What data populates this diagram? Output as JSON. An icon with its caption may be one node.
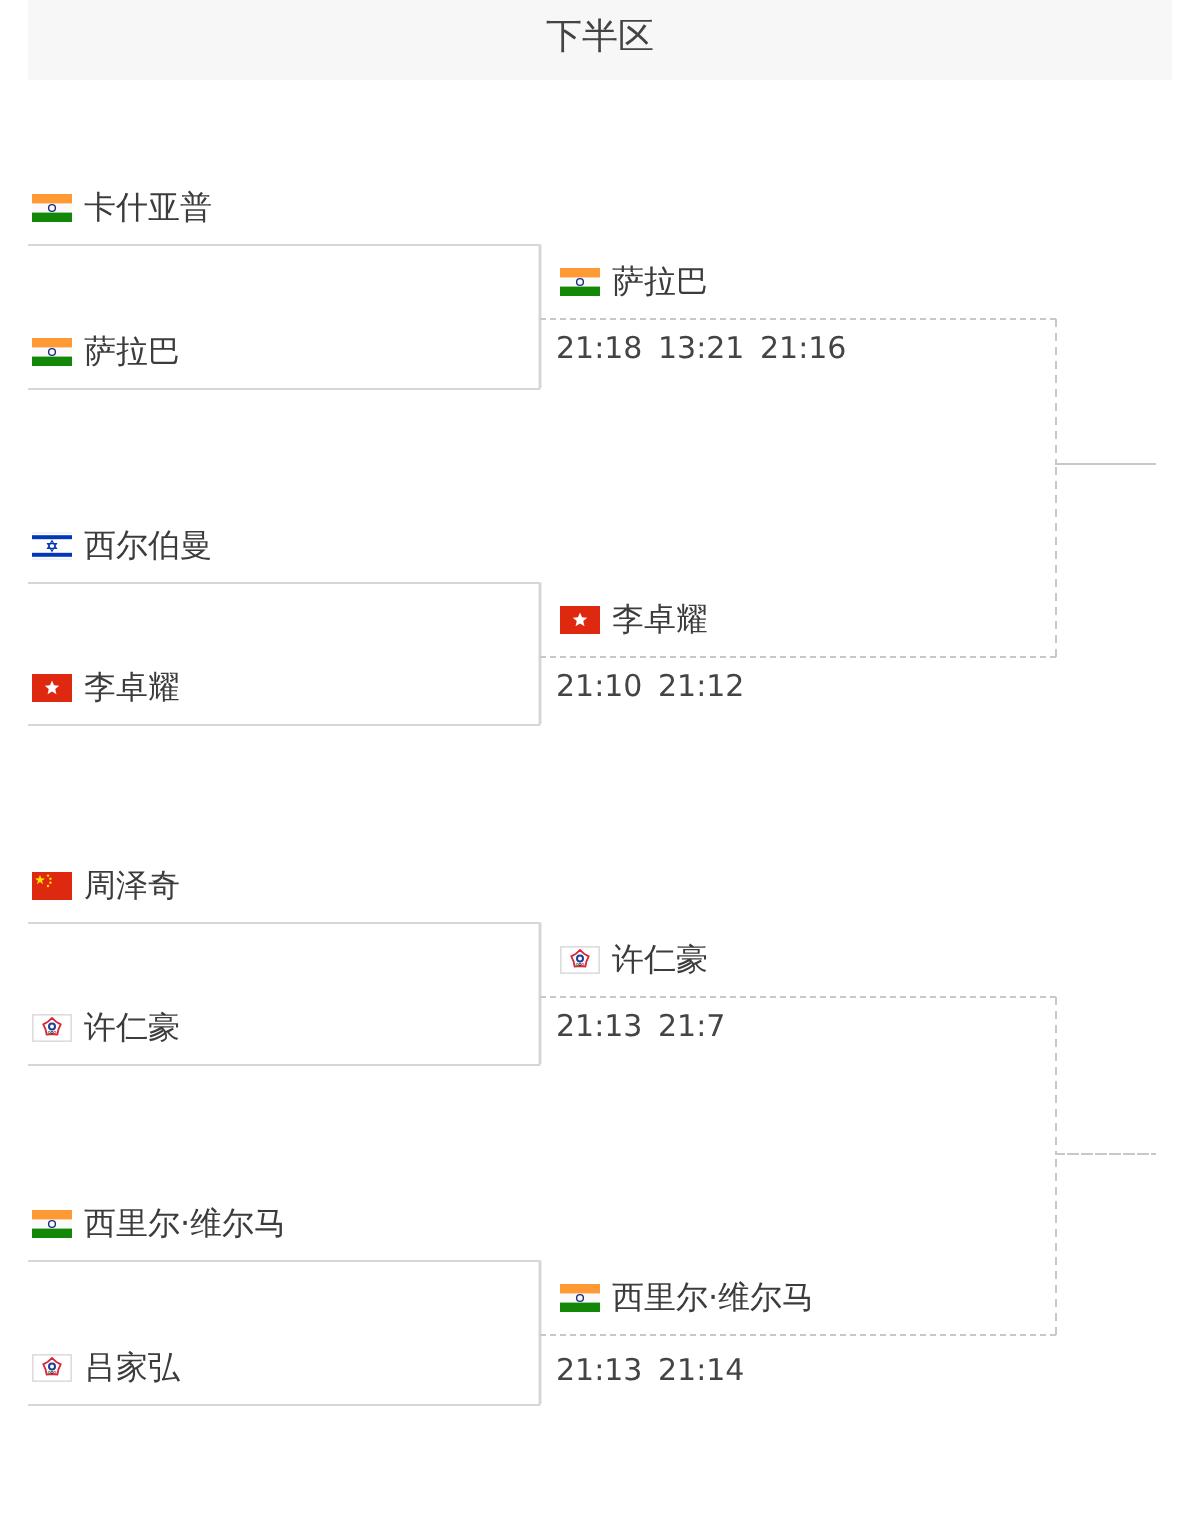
{
  "diagram": {
    "title": "下半区",
    "nodes": [
      {
        "text": [
          "卡什亚普"
        ]
      },
      {
        "text": [
          "萨拉巴"
        ]
      },
      {
        "text": [
          "西尔伯曼"
        ]
      },
      {
        "text": [
          "李卓耀"
        ]
      },
      {
        "text": [
          "萨拉巴"
        ],
        "beside": [
          "21:18 13:21 21:16"
        ]
      },
      {
        "text": [
          "李卓耀"
        ],
        "beside": [
          "21:10 21:12"
        ]
      },
      {
        "text": [
          "周泽奇"
        ]
      },
      {
        "text": [
          "许仁豪"
        ]
      },
      {
        "text": [
          "西里尔·维尔马"
        ]
      },
      {
        "text": [
          "吕家弘"
        ]
      },
      {
        "text": [
          "许仁豪"
        ],
        "beside": [
          "21:13 21:7"
        ]
      },
      {
        "text": [
          "西里尔·维尔马"
        ],
        "beside": [
          "21:13 21:14"
        ]
      }
    ],
    "edges": [
      {
        "from": 0,
        "to": 4,
        "arrow": "none"
      },
      {
        "from": 1,
        "to": 4,
        "arrow": "none"
      },
      {
        "from": 2,
        "to": 5,
        "arrow": "none"
      },
      {
        "from": 3,
        "to": 5,
        "arrow": "none"
      },
      {
        "from": 4,
        "to": null,
        "arrow": "none",
        "style": "dashed"
      },
      {
        "from": 5,
        "to": null,
        "arrow": "none",
        "style": "dashed"
      },
      {
        "from": 6,
        "to": 10,
        "arrow": "none"
      },
      {
        "from": 7,
        "to": 10,
        "arrow": "none"
      },
      {
        "from": 8,
        "to": 11,
        "arrow": "none"
      },
      {
        "from": 9,
        "to": 11,
        "arrow": "none"
      },
      {
        "from": 10,
        "to": null,
        "arrow": "none",
        "style": "dashed"
      },
      {
        "from": 11,
        "to": null,
        "arrow": "none",
        "style": "dashed"
      }
    ]
  }
}
